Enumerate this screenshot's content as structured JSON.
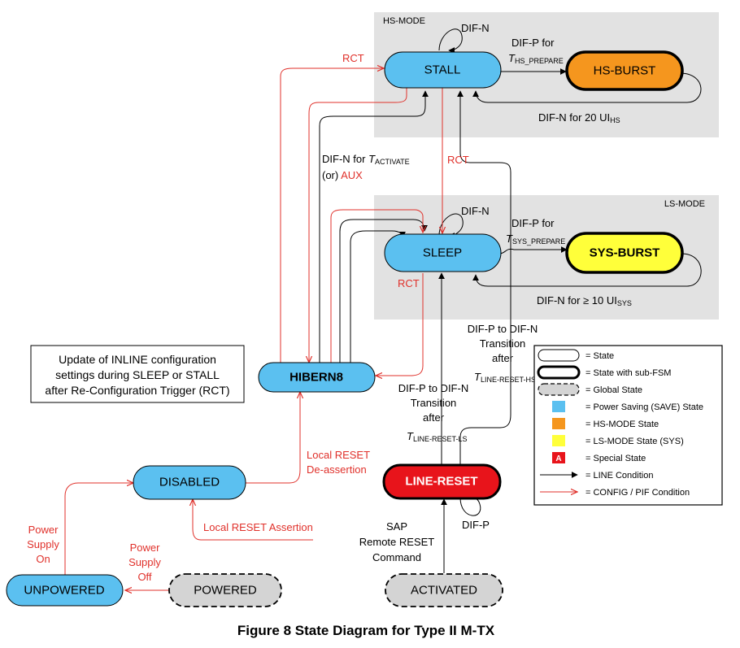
{
  "caption": "Figure 8 State Diagram for Type II M-TX",
  "colors": {
    "save_state": "#5bc0f0",
    "hs_state": "#f5961e",
    "ls_state": "#ffff3a",
    "special_state": "#e8141b",
    "global_state": "#d4d4d4",
    "mode_region": "#e2e2e2",
    "line_condition": "#000000",
    "config_condition": "#e0312b"
  },
  "modes": {
    "hs": "HS-MODE",
    "ls": "LS-MODE"
  },
  "states": {
    "stall": "STALL",
    "hs_burst": "HS-BURST",
    "sleep": "SLEEP",
    "sys_burst": "SYS-BURST",
    "hibern8": "HIBERN8",
    "disabled": "DISABLED",
    "line_reset": "LINE-RESET",
    "unpowered": "UNPOWERED",
    "powered": "POWERED",
    "activated": "ACTIVATED"
  },
  "labels": {
    "stall_self": "DIF-N",
    "stall_to_hs_1": "DIF-P for",
    "stall_to_hs_t": "T",
    "stall_to_hs_sub": "HS_PREPARE",
    "hs_return": "DIF-N for 20 UI",
    "hs_return_sub": "HS",
    "sleep_self": "DIF-N",
    "sleep_to_sys_1": "DIF-P for",
    "sleep_to_sys_t": "T",
    "sleep_to_sys_sub": "SYS_PREPARE",
    "sys_return": "DIF-N for ≥ 10 UI",
    "sys_return_sub": "SYS",
    "rct_top": "RCT",
    "rct_mid": "RCT",
    "rct_low": "RCT",
    "activate_1": "DIF-N for ",
    "activate_t": "T",
    "activate_sub": "ACTIVATE",
    "activate_2a": "(or) ",
    "activate_2b": "AUX",
    "lrhs_1": "DIF-P to DIF-N",
    "lrhs_2": "Transition",
    "lrhs_3": "after",
    "lrhs_t": "T",
    "lrhs_sub": "LINE-RESET-HS",
    "lrls_1": "DIF-P to DIF-N",
    "lrls_2": "Transition",
    "lrls_3": "after",
    "lrls_t": "T",
    "lrls_sub": "LINE-RESET-LS",
    "lr_self": "DIF-P",
    "sap_1": "SAP",
    "sap_2": "Remote RESET",
    "sap_3": "Command",
    "local_reset_deassert_1": "Local RESET",
    "local_reset_deassert_2": "De-assertion",
    "local_reset_assert": "Local RESET Assertion",
    "power_on_1": "Power",
    "power_on_2": "Supply",
    "power_on_3": "On",
    "power_off_1": "Power",
    "power_off_2": "Supply",
    "power_off_3": "Off"
  },
  "note": {
    "line1": "Update of INLINE configuration",
    "line2": "settings during SLEEP or STALL",
    "line3": "after Re-Configuration Trigger (RCT)"
  },
  "legend": {
    "state": "= State",
    "sub_fsm": "= State with sub-FSM",
    "global": "= Global State",
    "save": "= Power Saving (SAVE) State",
    "hs": "= HS-MODE State",
    "ls": "= LS-MODE State (SYS)",
    "special_letter": "A",
    "special": "= Special State",
    "line": "= LINE Condition",
    "config": "= CONFIG / PIF Condition"
  }
}
